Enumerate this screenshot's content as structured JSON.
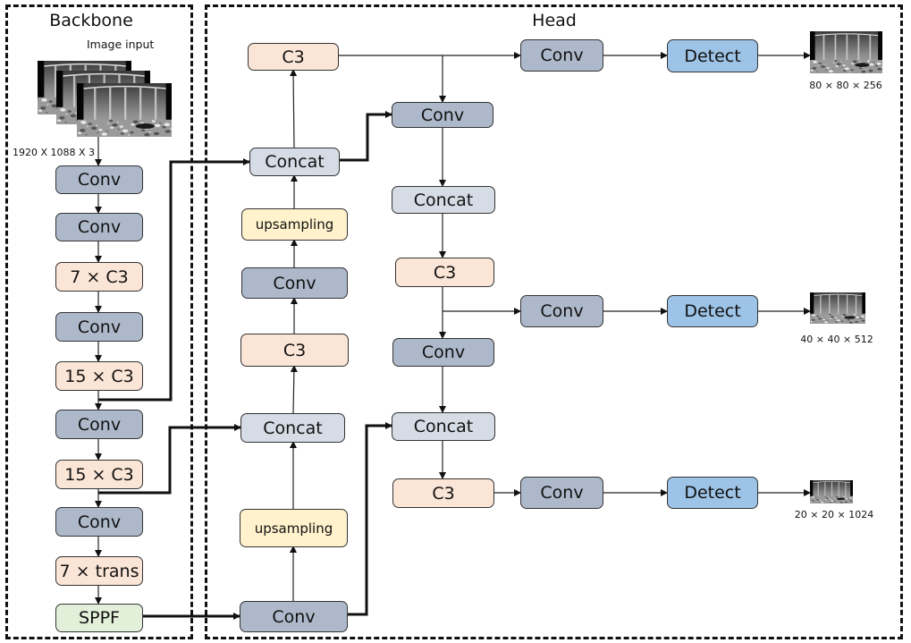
{
  "regions": {
    "backbone_title": "Backbone",
    "head_title": "Head"
  },
  "input": {
    "label": "Image input",
    "size": "1920 X 1088 X 3"
  },
  "backbone": [
    {
      "id": "b1",
      "label": "Conv",
      "type": "conv"
    },
    {
      "id": "b2",
      "label": "Conv",
      "type": "conv"
    },
    {
      "id": "b3",
      "label": "7 × C3",
      "type": "c3"
    },
    {
      "id": "b4",
      "label": "Conv",
      "type": "conv"
    },
    {
      "id": "b5",
      "label": "15 × C3",
      "type": "c3"
    },
    {
      "id": "b6",
      "label": "Conv",
      "type": "conv"
    },
    {
      "id": "b7",
      "label": "15 × C3",
      "type": "c3"
    },
    {
      "id": "b8",
      "label": "Conv",
      "type": "conv"
    },
    {
      "id": "b9",
      "label": "7 × trans",
      "type": "c3"
    },
    {
      "id": "b10",
      "label": "SPPF",
      "type": "sppf"
    }
  ],
  "head": {
    "left_column": [
      {
        "id": "h_c3_top",
        "label": "C3",
        "type": "c3"
      },
      {
        "id": "h_concat_1",
        "label": "Concat",
        "type": "concat"
      },
      {
        "id": "h_ups_1",
        "label": "upsampling",
        "type": "ups"
      },
      {
        "id": "h_conv_1",
        "label": "Conv",
        "type": "conv"
      },
      {
        "id": "h_c3_1",
        "label": "C3",
        "type": "c3"
      },
      {
        "id": "h_concat_2",
        "label": "Concat",
        "type": "concat"
      },
      {
        "id": "h_ups_2",
        "label": "upsampling",
        "type": "ups"
      },
      {
        "id": "h_conv_2",
        "label": "Conv",
        "type": "conv"
      }
    ],
    "middle_column": [
      {
        "id": "m_conv_1",
        "label": "Conv",
        "type": "conv"
      },
      {
        "id": "m_concat_1",
        "label": "Concat",
        "type": "concat"
      },
      {
        "id": "m_c3_1",
        "label": "C3",
        "type": "c3"
      },
      {
        "id": "m_conv_2",
        "label": "Conv",
        "type": "conv"
      },
      {
        "id": "m_concat_2",
        "label": "Concat",
        "type": "concat"
      },
      {
        "id": "m_c3_2",
        "label": "C3",
        "type": "c3"
      }
    ],
    "outputs": [
      {
        "conv_label": "Conv",
        "detect_label": "Detect",
        "size": "80 × 80 × 256"
      },
      {
        "conv_label": "Conv",
        "detect_label": "Detect",
        "size": "40 × 40 × 512"
      },
      {
        "conv_label": "Conv",
        "detect_label": "Detect",
        "size": "20 × 20 × 1024"
      }
    ]
  },
  "images": {
    "input_frames": "underwater-cage-image",
    "output_thumbnail": "underwater-cage-image"
  }
}
